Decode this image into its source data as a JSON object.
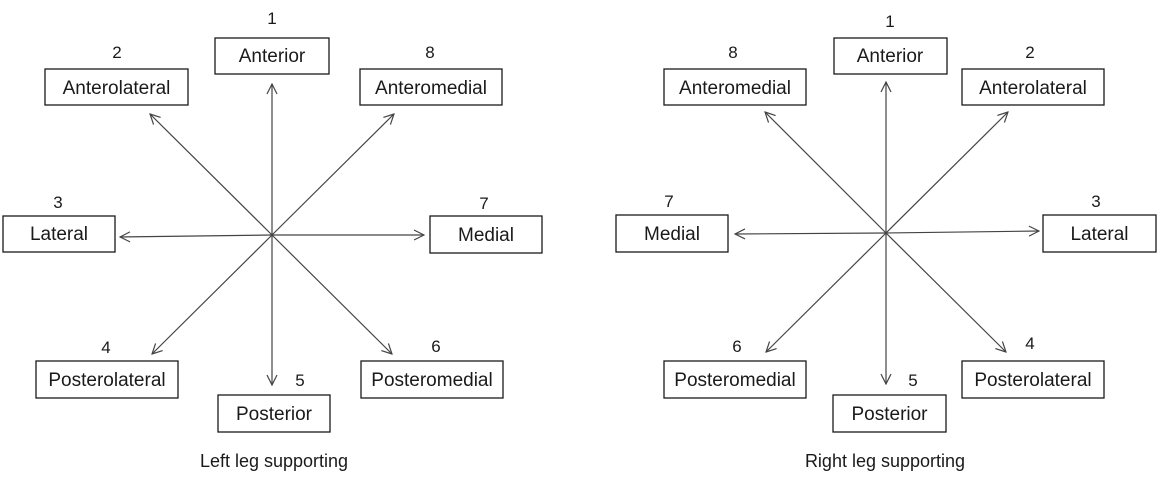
{
  "left": {
    "caption": "Left leg supporting",
    "directions": {
      "anterior": {
        "label": "Anterior",
        "number": "1"
      },
      "anterolateral": {
        "label": "Anterolateral",
        "number": "2"
      },
      "lateral": {
        "label": "Lateral",
        "number": "3"
      },
      "posterolateral": {
        "label": "Posterolateral",
        "number": "4"
      },
      "posterior": {
        "label": "Posterior",
        "number": "5"
      },
      "posteromedial": {
        "label": "Posteromedial",
        "number": "6"
      },
      "medial": {
        "label": "Medial",
        "number": "7"
      },
      "anteromedial": {
        "label": "Anteromedial",
        "number": "8"
      }
    }
  },
  "right": {
    "caption": "Right leg supporting",
    "directions": {
      "anterior": {
        "label": "Anterior",
        "number": "1"
      },
      "anterolateral": {
        "label": "Anterolateral",
        "number": "2"
      },
      "lateral": {
        "label": "Lateral",
        "number": "3"
      },
      "posterolateral": {
        "label": "Posterolateral",
        "number": "4"
      },
      "posterior": {
        "label": "Posterior",
        "number": "5"
      },
      "posteromedial": {
        "label": "Posteromedial",
        "number": "6"
      },
      "medial": {
        "label": "Medial",
        "number": "7"
      },
      "anteromedial": {
        "label": "Anteromedial",
        "number": "8"
      }
    }
  }
}
